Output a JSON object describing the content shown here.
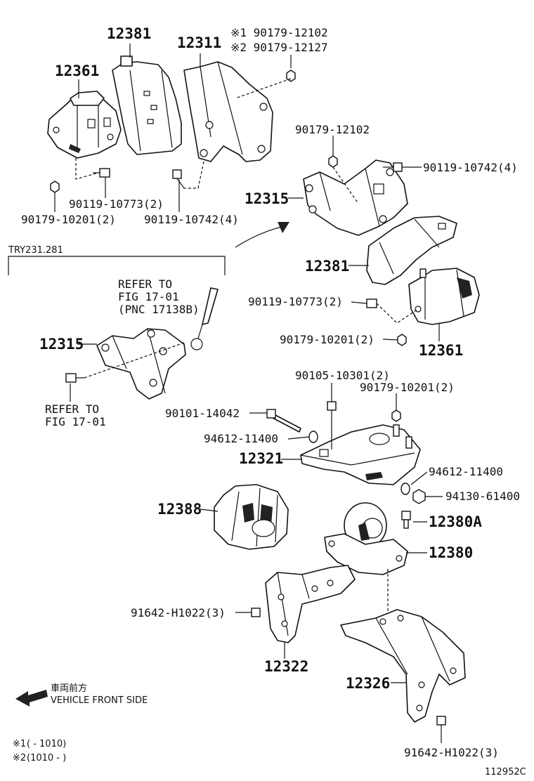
{
  "diagram": {
    "diagram_id": "112952C",
    "variant_code": "TRY231.281",
    "footnotes": [
      {
        "mark": "※1",
        "text": "(        - 1010)"
      },
      {
        "mark": "※2",
        "text": "(1010 -        )"
      }
    ],
    "front_side_jp": "車両前方",
    "front_side_en": "VEHICLE FRONT SIDE",
    "refer_block": {
      "line1": "REFER TO",
      "line2": "FIG 17-01",
      "line3": "(PNC 17138B)"
    },
    "refer_block_2": {
      "line1": "REFER TO",
      "line2": "FIG 17-01"
    },
    "labels": [
      {
        "id": "p12381_a",
        "text": "12381"
      },
      {
        "id": "p12311",
        "text": "12311"
      },
      {
        "id": "note1",
        "text": "※1 90179-12102"
      },
      {
        "id": "note2",
        "text": "※2 90179-12127"
      },
      {
        "id": "p12361_a",
        "text": "12361"
      },
      {
        "id": "p90119_10773_a",
        "text": "90119-10773(2)"
      },
      {
        "id": "p90179_10201_a",
        "text": "90179-10201(2)"
      },
      {
        "id": "p90119_10742_a",
        "text": "90119-10742(4)"
      },
      {
        "id": "p90179_12102",
        "text": "90179-12102"
      },
      {
        "id": "p90119_10742_b",
        "text": "90119-10742(4)"
      },
      {
        "id": "p12315_a",
        "text": "12315"
      },
      {
        "id": "p12381_b",
        "text": "12381"
      },
      {
        "id": "p90119_10773_b",
        "text": "90119-10773(2)"
      },
      {
        "id": "p90179_10201_b",
        "text": "90179-10201(2)"
      },
      {
        "id": "p12361_b",
        "text": "12361"
      },
      {
        "id": "p12315_b",
        "text": "12315"
      },
      {
        "id": "p90105_10301",
        "text": "90105-10301(2)"
      },
      {
        "id": "p90179_10201_c",
        "text": "90179-10201(2)"
      },
      {
        "id": "p90101_14042",
        "text": "90101-14042"
      },
      {
        "id": "p94612_11400_a",
        "text": "94612-11400"
      },
      {
        "id": "p12321",
        "text": "12321"
      },
      {
        "id": "p94612_11400_b",
        "text": "94612-11400"
      },
      {
        "id": "p94130_61400",
        "text": "94130-61400"
      },
      {
        "id": "p12388",
        "text": "12388"
      },
      {
        "id": "p12380A",
        "text": "12380A"
      },
      {
        "id": "p12380",
        "text": "12380"
      },
      {
        "id": "p91642_H1022_a",
        "text": "91642-H1022(3)"
      },
      {
        "id": "p12322",
        "text": "12322"
      },
      {
        "id": "p12326",
        "text": "12326"
      },
      {
        "id": "p91642_H1022_b",
        "text": "91642-H1022(3)"
      }
    ]
  }
}
